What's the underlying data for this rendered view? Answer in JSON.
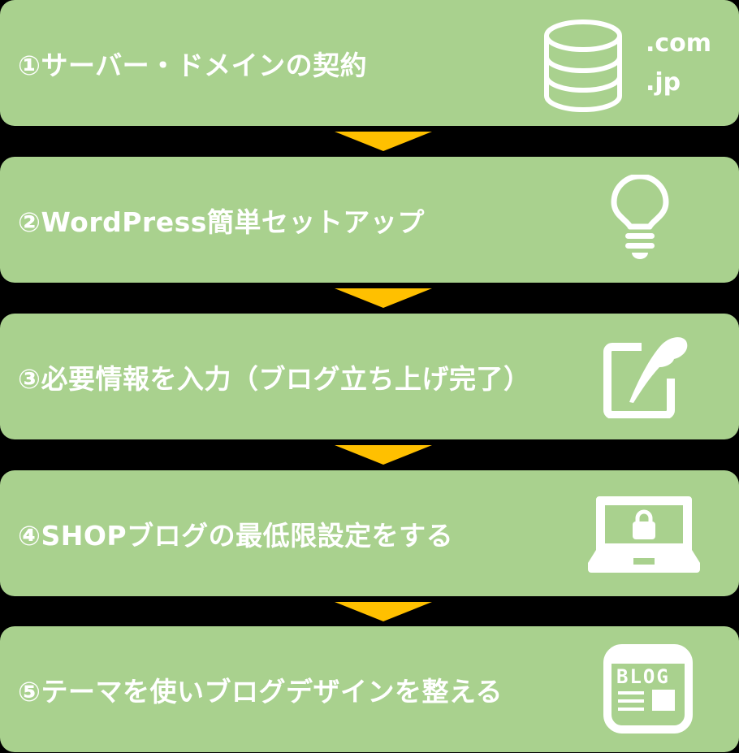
{
  "colors": {
    "box": "#a9d18e",
    "arrow": "#ffc000",
    "text": "#ffffff",
    "background": "#000000"
  },
  "steps": [
    {
      "label": "①サーバー・ドメインの契約",
      "icon": "database-icon",
      "extras": [
        ".com",
        ".jp"
      ]
    },
    {
      "label": "②WordPress簡単セットアップ",
      "icon": "lightbulb-icon"
    },
    {
      "label": "③必要情報を入力（ブログ立ち上げ完了）",
      "icon": "edit-quill-icon"
    },
    {
      "label": "④SHOPブログの最低限設定をする",
      "icon": "laptop-lock-icon"
    },
    {
      "label": "⑤テーマを使いブログデザインを整える",
      "icon": "blog-icon",
      "icon_text": "BLOG"
    }
  ]
}
